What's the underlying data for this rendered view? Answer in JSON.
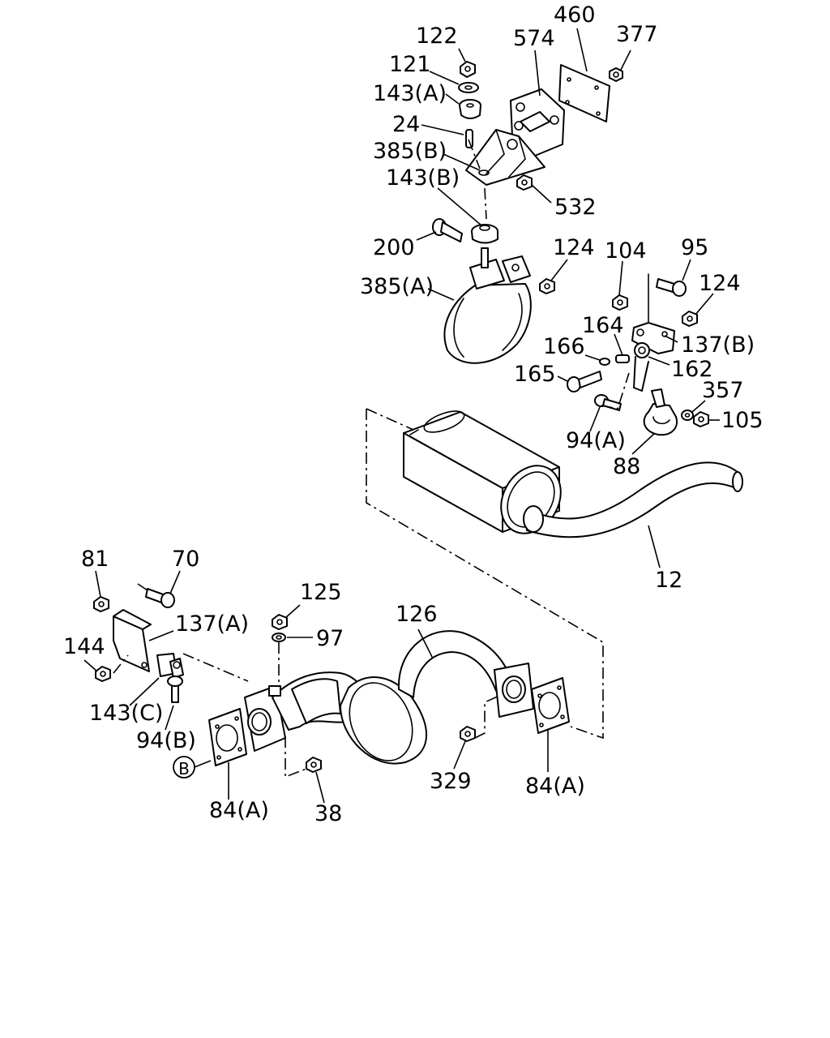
{
  "diagram": {
    "callouts": {
      "c460": "460",
      "c574": "574",
      "c377": "377",
      "c122": "122",
      "c121": "121",
      "c143a_top": "143(A)",
      "c24": "24",
      "c385b": "385(B)",
      "c143b": "143(B)",
      "c532": "532",
      "c200": "200",
      "c124_top": "124",
      "c385a": "385(A)",
      "c104": "104",
      "c95": "95",
      "c124_right": "124",
      "c137b": "137(B)",
      "c164": "164",
      "c166": "166",
      "c162": "162",
      "c165": "165",
      "c357": "357",
      "c105": "105",
      "c94a": "94(A)",
      "c88": "88",
      "c12": "12",
      "c81": "81",
      "c70": "70",
      "c137a": "137(A)",
      "c125": "125",
      "c97": "97",
      "c126": "126",
      "c144": "144",
      "c143c": "143(C)",
      "c94b": "94(B)",
      "c84a_left": "84(A)",
      "c84a_right": "84(A)",
      "c38": "38",
      "c329": "329",
      "ref_b": "B"
    }
  }
}
